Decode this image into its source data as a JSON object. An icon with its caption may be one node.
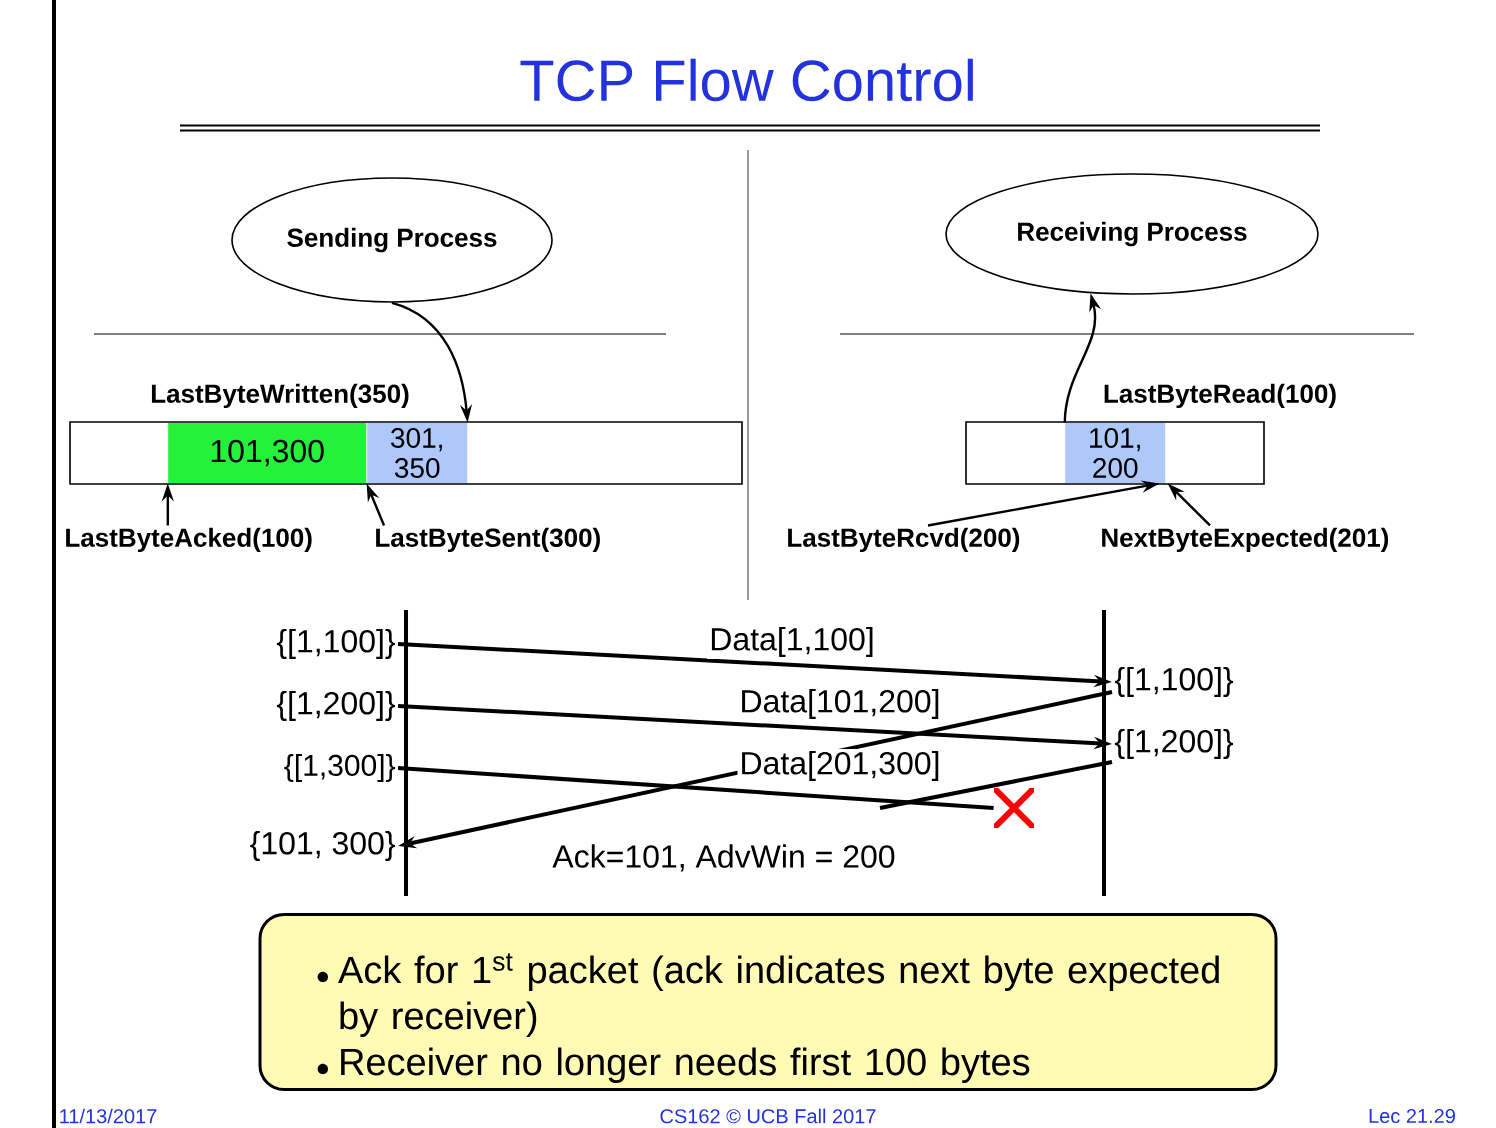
{
  "diagram": {
    "title": "TCP Flow Control",
    "nodes": [
      {
        "text": [
          "Sending Process"
        ]
      },
      {
        "text": [
          "Receiving Process"
        ]
      },
      {
        "text": [],
        "shape": "box"
      },
      {
        "text": [
          "101,300"
        ],
        "in": 2
      },
      {
        "text": [
          "301, 350"
        ],
        "in": 2
      },
      {
        "text": [],
        "shape": "box"
      },
      {
        "text": [
          "101, 200"
        ],
        "in": 5
      },
      {
        "text": [
          "LastByteAcked(100)"
        ]
      },
      {
        "text": [
          "LastByteSent(300)"
        ]
      },
      {
        "text": [
          "LastByteRcvd(200)"
        ]
      },
      {
        "text": [
          "NextByteExpected(201)"
        ]
      },
      {
        "text": [
          "{[1,100]}"
        ]
      },
      {
        "text": [
          "{[1,200]}"
        ]
      },
      {
        "text": [
          "{[1,300]}"
        ]
      },
      {
        "text": [
          "{101, 300}"
        ]
      },
      {
        "text": [
          "{[1,100]}"
        ]
      },
      {
        "text": [
          "{[1,200]}"
        ]
      },
      {
        "text": [],
        "shape": "cross"
      },
      {
        "text": [
          "Ack for 1$^{st}$ packet (ack indicates next byte expected by receiver)",
          "Receiver no longer needs first 100 bytes"
        ]
      }
    ],
    "edges": [
      {
        "from": 0,
        "to": 4,
        "arrow": "to"
      },
      {
        "from": 6,
        "to": 1,
        "arrow": "to"
      },
      {
        "from": 7,
        "to": 3,
        "arrow": "to"
      },
      {
        "from": 8,
        "to": 3,
        "arrow": "to"
      },
      {
        "from": 9,
        "to": 6,
        "arrow": "to"
      },
      {
        "from": 10,
        "to": 6,
        "arrow": "to"
      },
      {
        "from": 11,
        "to": 15,
        "arrow": "to",
        "label": "Data[1,100]"
      },
      {
        "from": 12,
        "to": 16,
        "arrow": "to",
        "label": "Data[101,200]"
      },
      {
        "from": 13,
        "to": 17,
        "arrow": "none",
        "label": "Data[201,300]"
      },
      {
        "from": 15,
        "to": 14,
        "arrow": "to",
        "label": "Ack=101, AdvWin = 200"
      },
      {
        "from": 16,
        "to": null,
        "arrow": "none"
      }
    ],
    "labels": [
      "LastByteWritten(350)",
      "LastByteRead(100)",
      "11/13/2017",
      "CS162 © UCB Fall 2017",
      "Lec 21.29"
    ]
  }
}
